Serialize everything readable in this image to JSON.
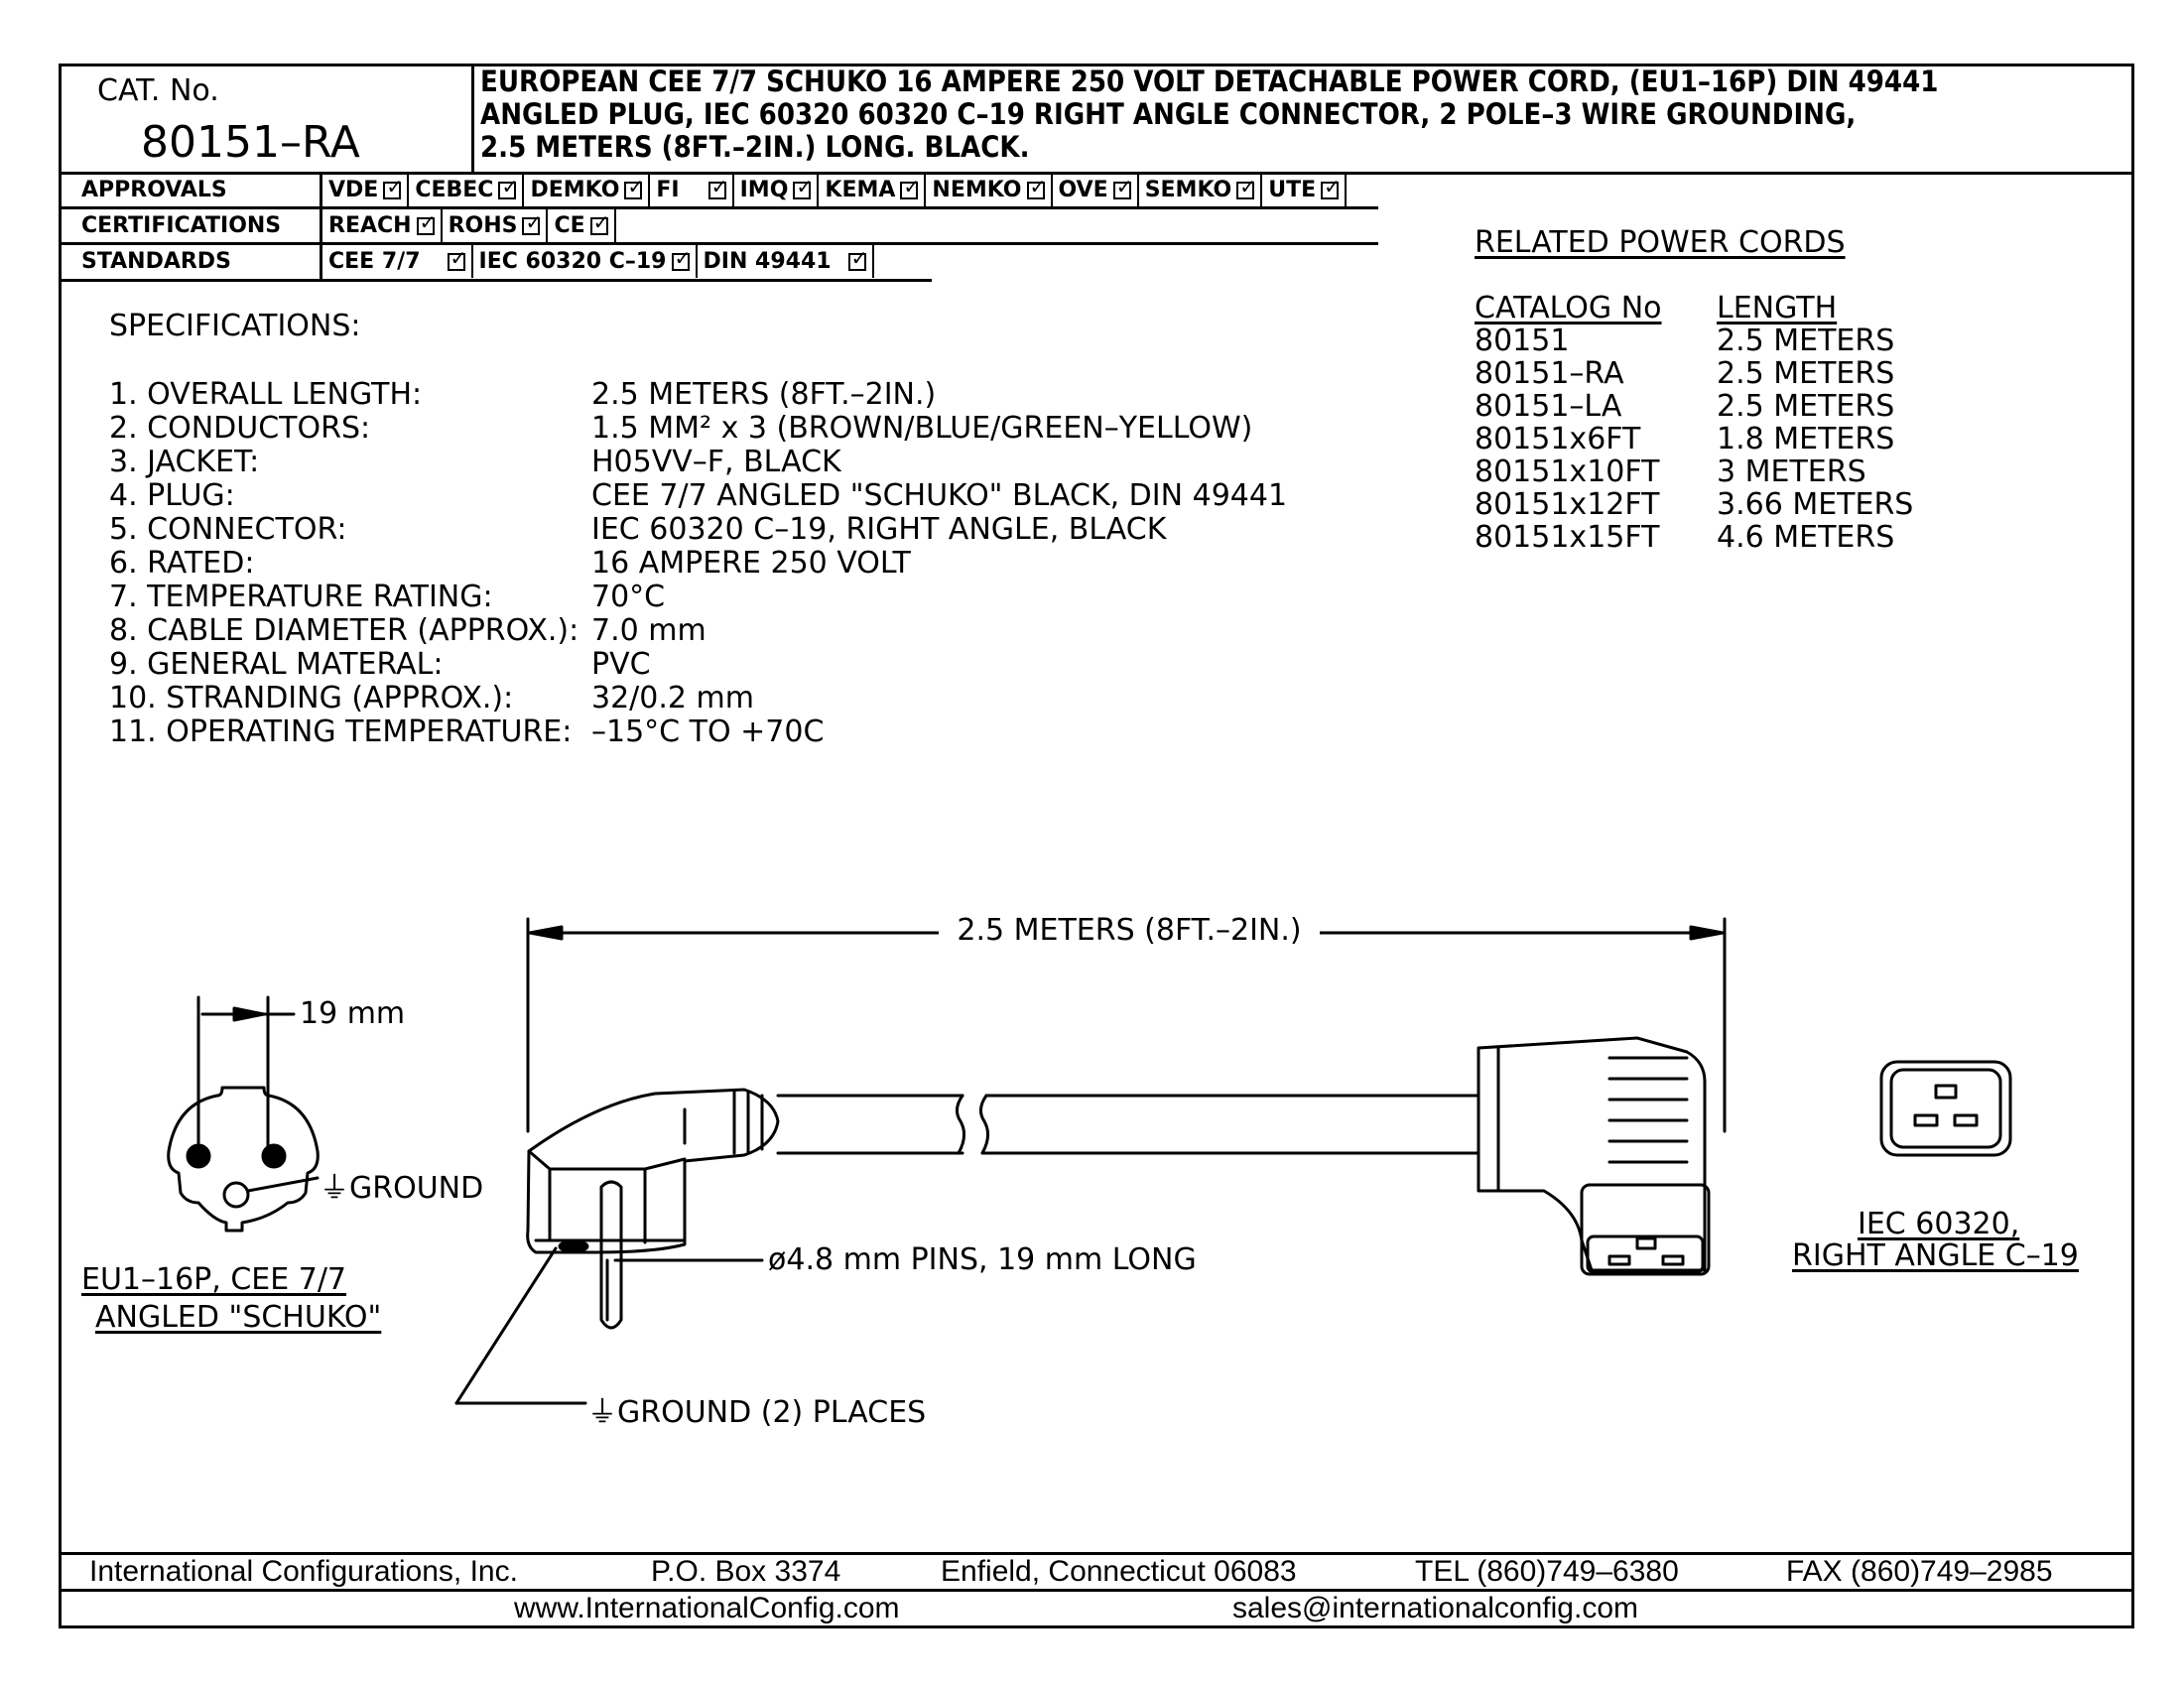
{
  "header": {
    "cat_label": "CAT. No.",
    "cat_number": "80151–RA",
    "description": [
      "EUROPEAN CEE 7/7 SCHUKO 16 AMPERE 250 VOLT DETACHABLE POWER CORD, (EU1–16P) DIN 49441",
      "ANGLED PLUG, IEC 60320 60320 C–19 RIGHT ANGLE CONNECTOR, 2 POLE–3 WIRE GROUNDING,",
      "2.5 METERS (8FT.–2IN.) LONG. BLACK."
    ]
  },
  "approvals": {
    "label": "APPROVALS",
    "items": [
      "VDE",
      "CEBEC",
      "DEMKO",
      "FI",
      "IMQ",
      "KEMA",
      "NEMKO",
      "OVE",
      "SEMKO",
      "UTE"
    ]
  },
  "certifications": {
    "label": "CERTIFICATIONS",
    "items": [
      "REACH",
      "ROHS",
      "CE"
    ]
  },
  "standards": {
    "label": "STANDARDS",
    "items": [
      "CEE 7/7",
      "IEC 60320 C–19",
      "DIN 49441"
    ]
  },
  "specifications": {
    "title": "SPECIFICATIONS:",
    "rows": [
      {
        "label": "1. OVERALL LENGTH:",
        "value": "2.5 METERS (8FT.–2IN.)"
      },
      {
        "label": "2. CONDUCTORS:",
        "value": "1.5 MM² x 3 (BROWN/BLUE/GREEN–YELLOW)"
      },
      {
        "label": "3. JACKET:",
        "value": "H05VV–F, BLACK"
      },
      {
        "label": "4. PLUG:",
        "value": "CEE 7/7 ANGLED \"SCHUKO\" BLACK, DIN 49441"
      },
      {
        "label": "5. CONNECTOR:",
        "value": "IEC 60320 C–19, RIGHT ANGLE, BLACK"
      },
      {
        "label": "6. RATED:",
        "value": "16 AMPERE 250 VOLT"
      },
      {
        "label": "7. TEMPERATURE RATING:",
        "value": "70°C"
      },
      {
        "label": "8. CABLE DIAMETER (APPROX.):",
        "value": "7.0 mm"
      },
      {
        "label": "9. GENERAL MATERAL:",
        "value": "PVC"
      },
      {
        "label": "10. STRANDING (APPROX.):",
        "value": "32/0.2 mm"
      },
      {
        "label": "11. OPERATING TEMPERATURE:",
        "value": "–15°C TO +70C"
      }
    ]
  },
  "related": {
    "title": "RELATED POWER CORDS",
    "col_catalog": "CATALOG No",
    "col_length": "LENGTH",
    "rows": [
      {
        "catalog": "80151",
        "length": "2.5 METERS"
      },
      {
        "catalog": "80151–RA",
        "length": "2.5 METERS"
      },
      {
        "catalog": "80151–LA",
        "length": "2.5 METERS"
      },
      {
        "catalog": "80151x6FT",
        "length": "1.8 METERS"
      },
      {
        "catalog": "80151x10FT",
        "length": "3 METERS"
      },
      {
        "catalog": "80151x12FT",
        "length": "3.66 METERS"
      },
      {
        "catalog": "80151x15FT",
        "length": "4.6 METERS"
      }
    ]
  },
  "drawing": {
    "length_dim": "2.5 METERS (8FT.–2IN.)",
    "pin_spacing": "19 mm",
    "ground_label": "GROUND",
    "plug_caption_1": "EU1–16P, CEE 7/7",
    "plug_caption_2": "ANGLED \"SCHUKO\"",
    "pins_label": "ø4.8 mm PINS, 19 mm LONG",
    "ground_places": "GROUND (2) PLACES",
    "connector_caption_1": "IEC 60320,",
    "connector_caption_2": "RIGHT ANGLE C–19",
    "ground_symbol": "⏚"
  },
  "footer": {
    "company": "International Configurations, Inc.",
    "po_box": "P.O. Box 3374",
    "city": "Enfield, Connecticut 06083",
    "tel": "TEL (860)749–6380",
    "fax": "FAX (860)749–2985",
    "website": "www.InternationalConfig.com",
    "email": "sales@internationalconfig.com"
  }
}
